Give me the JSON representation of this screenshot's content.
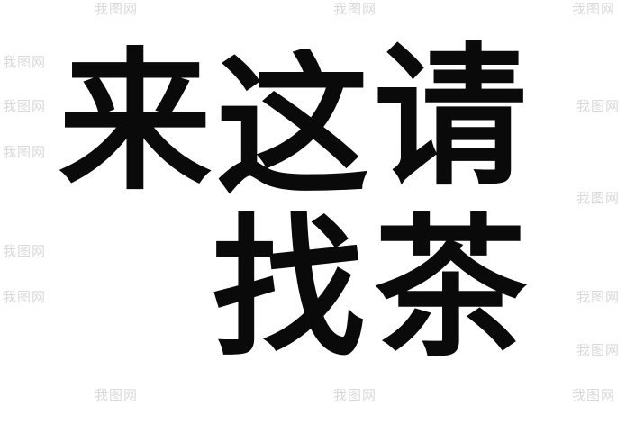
{
  "artwork": {
    "characters": [
      "来",
      "这",
      "请",
      "找",
      "茶"
    ],
    "ink_color": "#0a0a0a"
  },
  "watermark": {
    "text": "我图网",
    "color": "#d9d9d9"
  }
}
